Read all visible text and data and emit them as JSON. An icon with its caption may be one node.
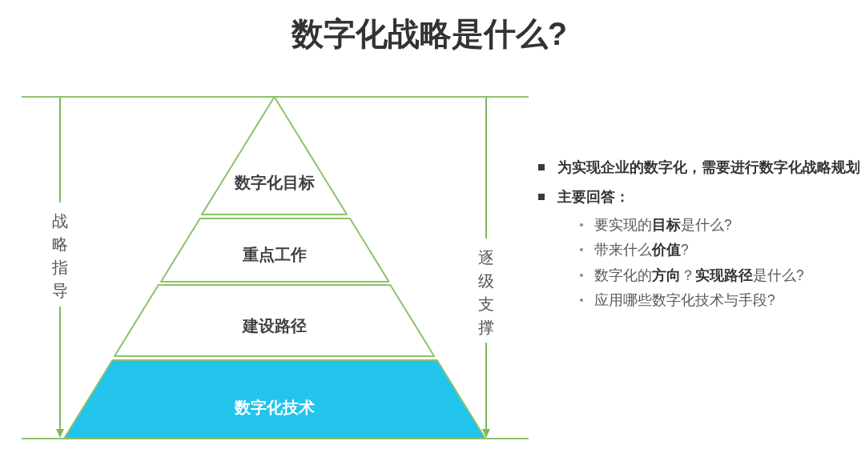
{
  "diagram": {
    "title": "数字化战略是什么?",
    "nodes": [
      {
        "text": [
          "数字化目标"
        ]
      },
      {
        "text": [
          "重点工作"
        ]
      },
      {
        "text": [
          "建设路径"
        ]
      },
      {
        "text": [
          "数字化技术"
        ]
      }
    ],
    "labels": [
      "战略指导",
      "逐级支撑",
      "为实现企业的数字化，需要进行数字化战略规划",
      "主要回答：",
      "要实现的**目标**是什么?",
      "带来什么**价值**?",
      "数字化的**方向**？**实现路径**是什么?",
      "应用哪些数字化技术与手段?"
    ]
  }
}
